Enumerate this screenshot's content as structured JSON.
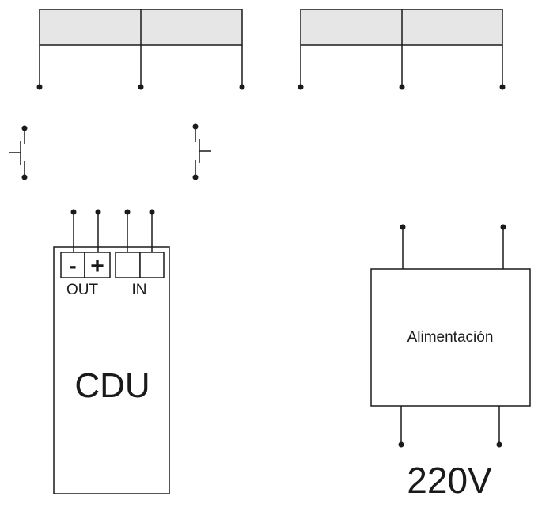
{
  "colors": {
    "stroke": "#1a1a1a",
    "relay_fill": "#e6e6e6",
    "background": "#ffffff"
  },
  "cdu": {
    "out_minus": "-",
    "out_plus": "+",
    "out_label": "OUT",
    "in_label": "IN",
    "title": "CDU"
  },
  "power_supply": {
    "label": "Alimentación",
    "voltage": "220V"
  }
}
